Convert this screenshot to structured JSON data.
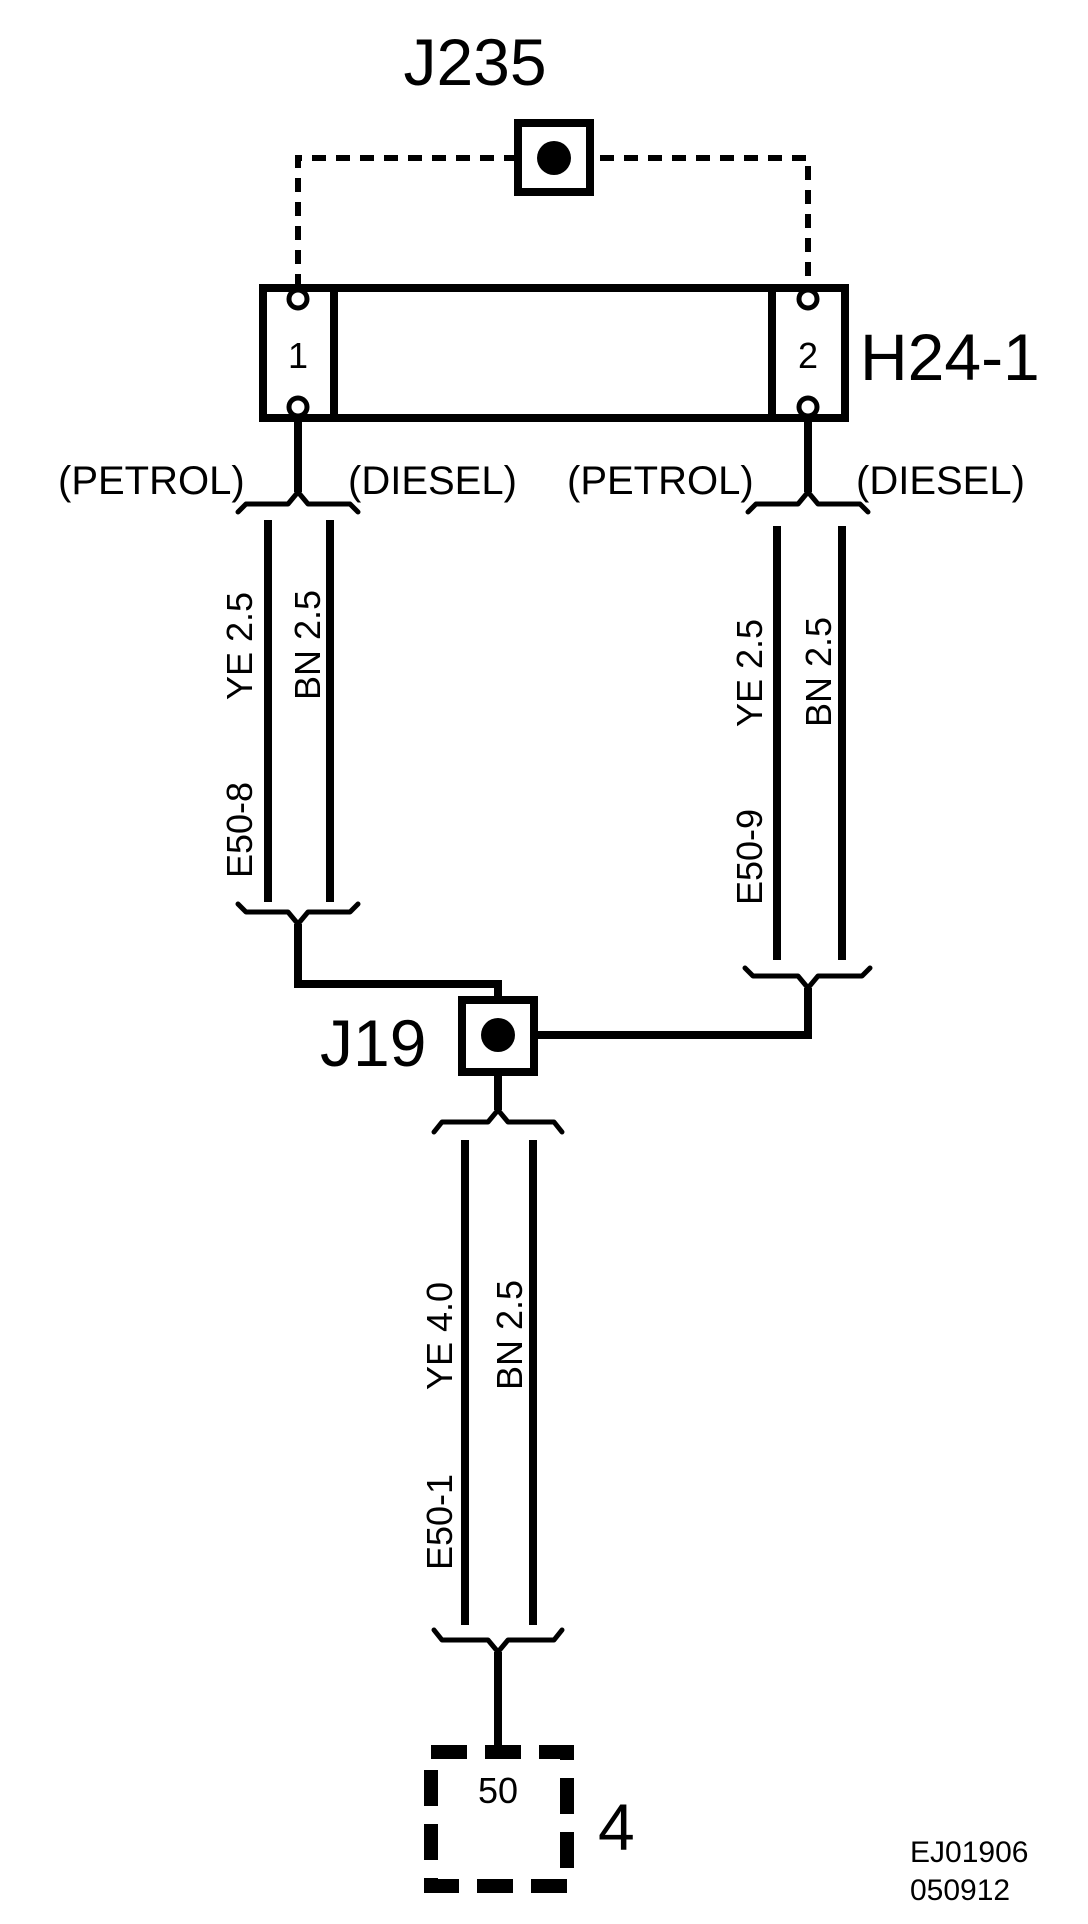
{
  "splices": {
    "j235": "J235",
    "j19": "J19"
  },
  "connector": {
    "name": "H24-1",
    "pin1": "1",
    "pin2": "2"
  },
  "variants": {
    "left_petrol": "(PETROL)",
    "left_diesel": "(DIESEL)",
    "right_petrol": "(PETROL)",
    "right_diesel": "(DIESEL)"
  },
  "harness_e50_8": {
    "code": "E50-8",
    "wire_a": "YE 2.5",
    "wire_b": "BN 2.5"
  },
  "harness_e50_9": {
    "code": "E50-9",
    "wire_a": "YE 2.5",
    "wire_b": "BN 2.5"
  },
  "harness_e50_1": {
    "code": "E50-1",
    "wire_a": "YE 4.0",
    "wire_b": "BN 2.5"
  },
  "component": {
    "number": "4",
    "terminal": "50"
  },
  "footer": {
    "ref": "EJ01906",
    "date": "050912"
  }
}
